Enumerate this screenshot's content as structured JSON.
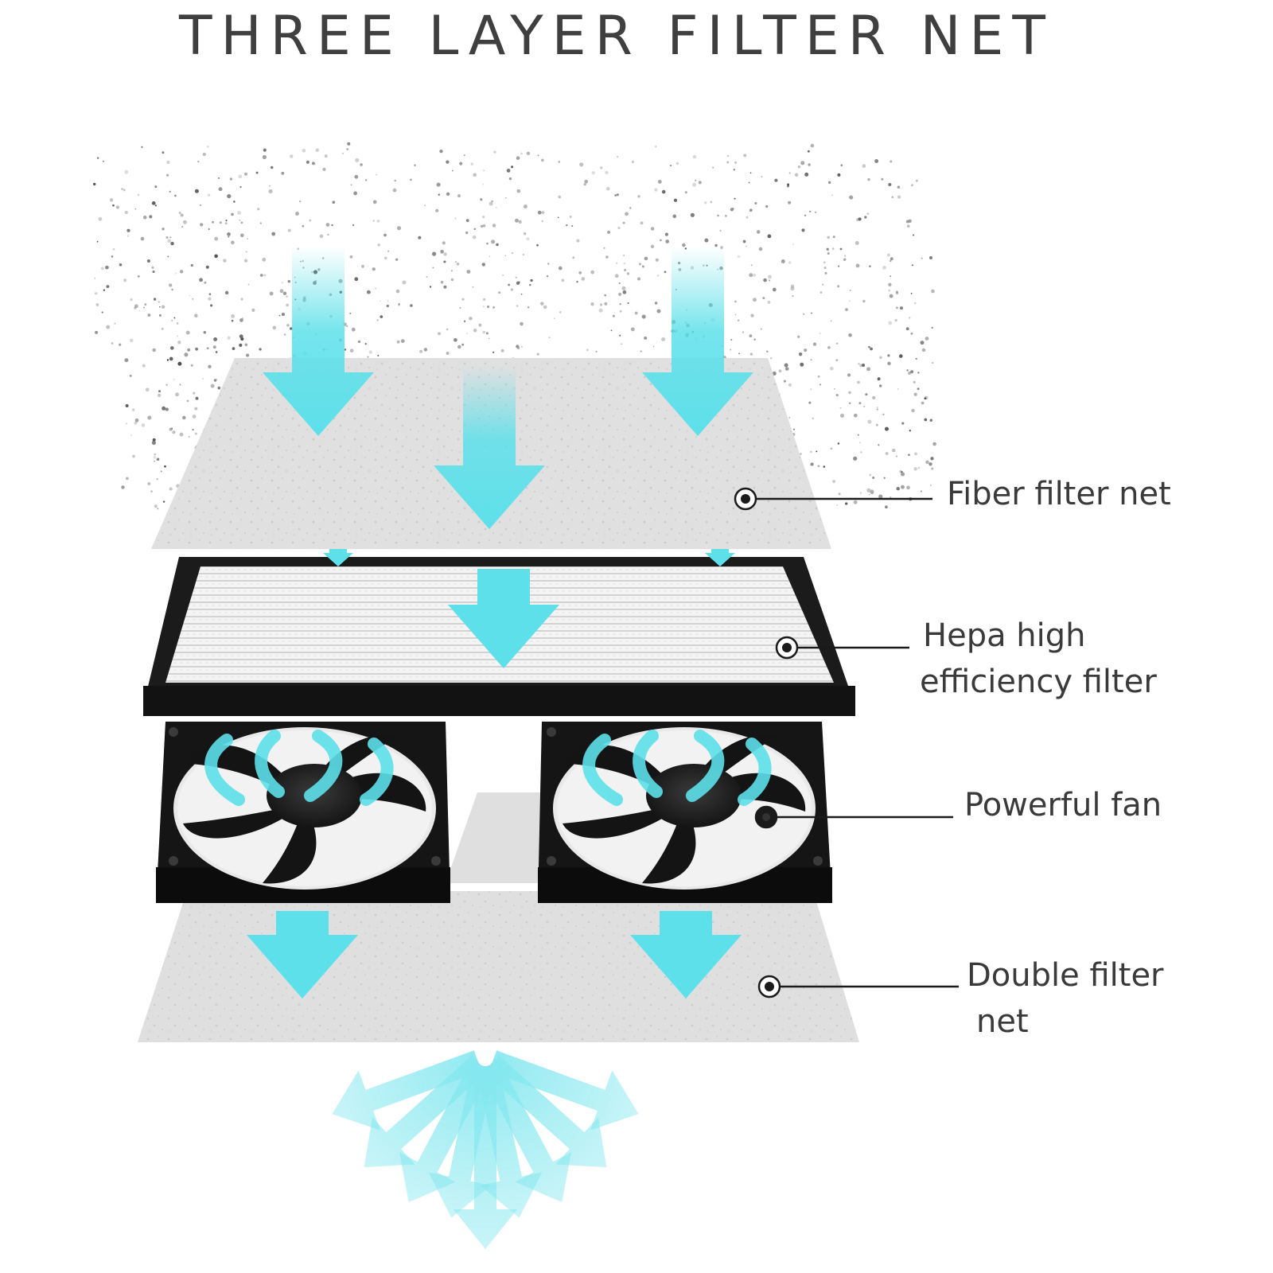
{
  "title": "THREE LAYER FILTER NET",
  "layers": [
    {
      "id": "fiber",
      "lines": [
        "Fiber filter net"
      ]
    },
    {
      "id": "hepa",
      "lines": [
        "Hepa high",
        "efficiency filter"
      ]
    },
    {
      "id": "fan",
      "lines": [
        "Powerful fan"
      ]
    },
    {
      "id": "double",
      "lines": [
        "Double filter",
        "net"
      ]
    }
  ],
  "colors": {
    "arrow": "#5de0ea",
    "filter_sheet": "#dcdcdc",
    "frame": "#1f1f1f",
    "text": "#3a3a3a"
  },
  "icons": {
    "callout": "target-dot-icon",
    "airflow": "arrow-down-icon",
    "fan": "fan-icon"
  }
}
